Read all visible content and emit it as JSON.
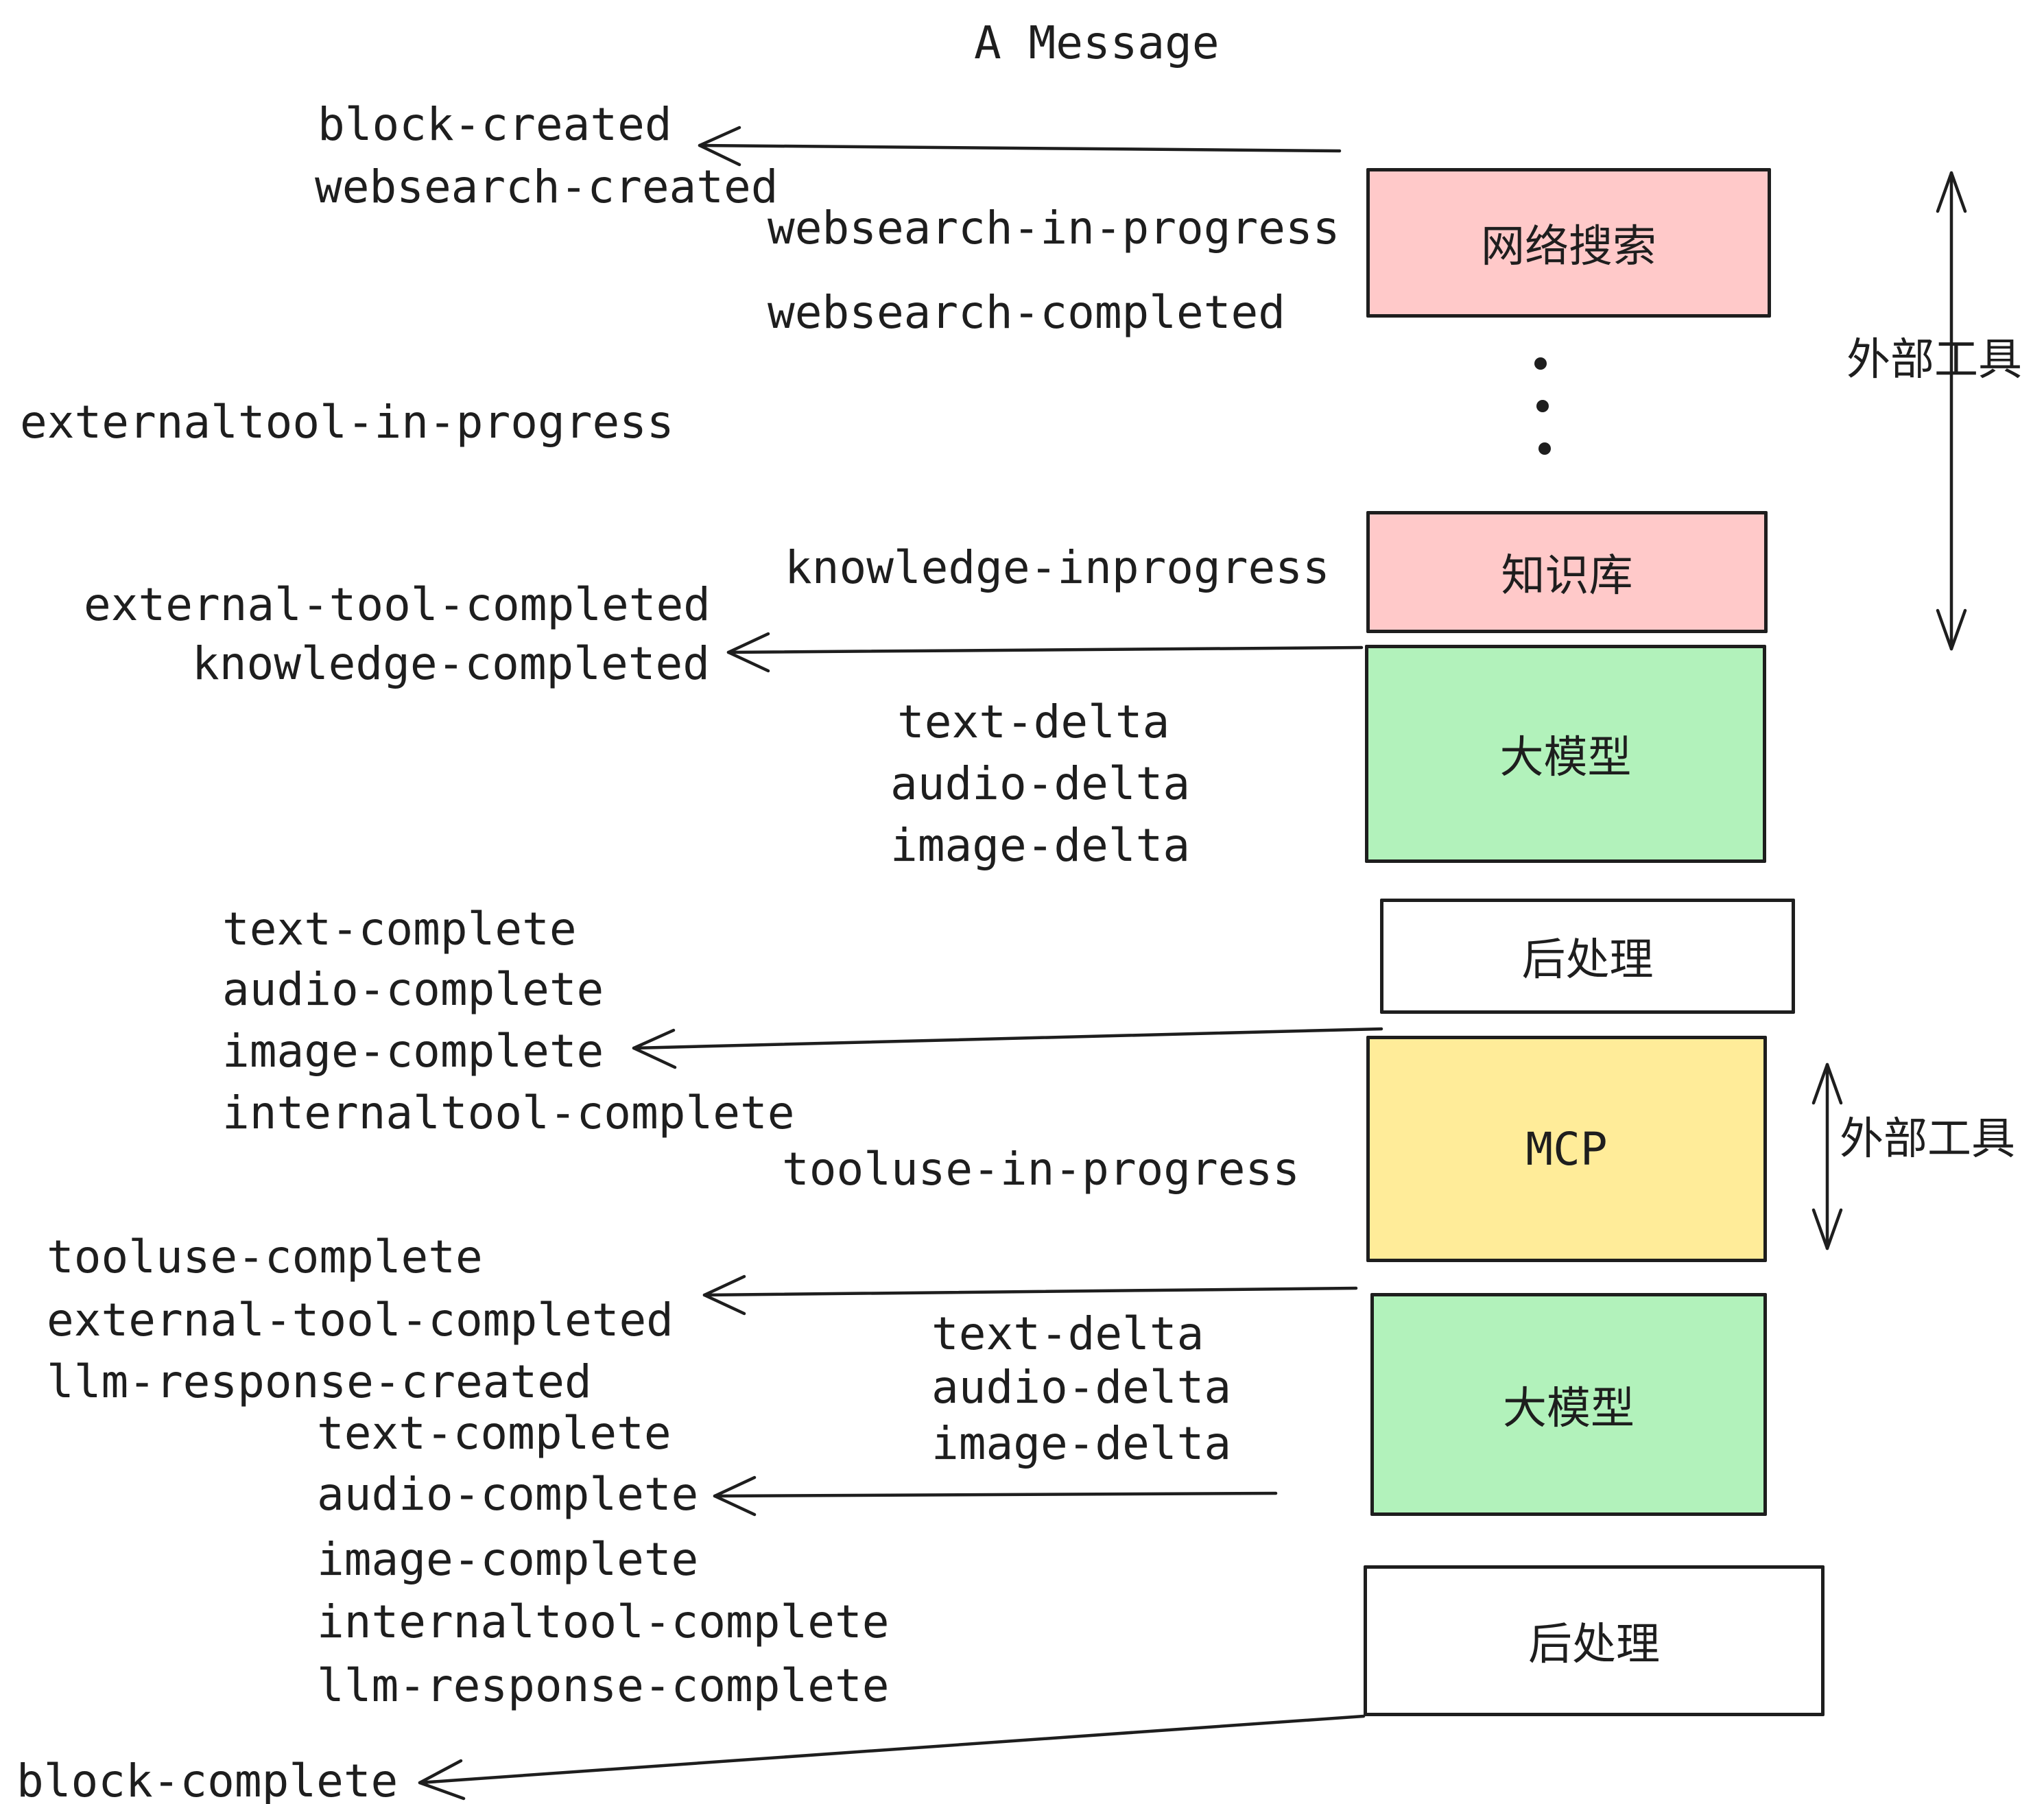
{
  "title": "A Message",
  "events": {
    "block_created": "block-created",
    "websearch_created": "websearch-created",
    "websearch_in_progress": "websearch-in-progress",
    "websearch_completed": "websearch-completed",
    "externaltool_in_progress": "externaltool-in-progress",
    "knowledge_inprogress": "knowledge-inprogress",
    "external_tool_completed": "external-tool-completed",
    "knowledge_completed": "knowledge-completed",
    "text_delta": "text-delta",
    "audio_delta": "audio-delta",
    "image_delta": "image-delta",
    "text_complete": "text-complete",
    "audio_complete": "audio-complete",
    "image_complete": "image-complete",
    "internaltool_complete": "internaltool-complete",
    "tooluse_in_progress": "tooluse-in-progress",
    "tooluse_complete": "tooluse-complete",
    "llm_response_created": "llm-response-created",
    "llm_response_complete": "llm-response-complete",
    "block_complete": "block-complete"
  },
  "boxes": {
    "websearch": {
      "label": "网络搜索",
      "fill": "#ffc9c9"
    },
    "knowledge": {
      "label": "知识库",
      "fill": "#ffc9c9"
    },
    "llm": {
      "label": "大模型",
      "fill": "#b2f2bb"
    },
    "postprocess": {
      "label": "后处理",
      "fill": "#ffffff"
    },
    "mcp": {
      "label": "MCP",
      "fill": "#ffec99"
    }
  },
  "annotations": {
    "external_tools": "外部工具"
  },
  "colors": {
    "stroke": "#1e1e1e",
    "pink": "#ffc9c9",
    "green": "#b2f2bb",
    "yellow": "#ffec99",
    "white": "#ffffff"
  }
}
